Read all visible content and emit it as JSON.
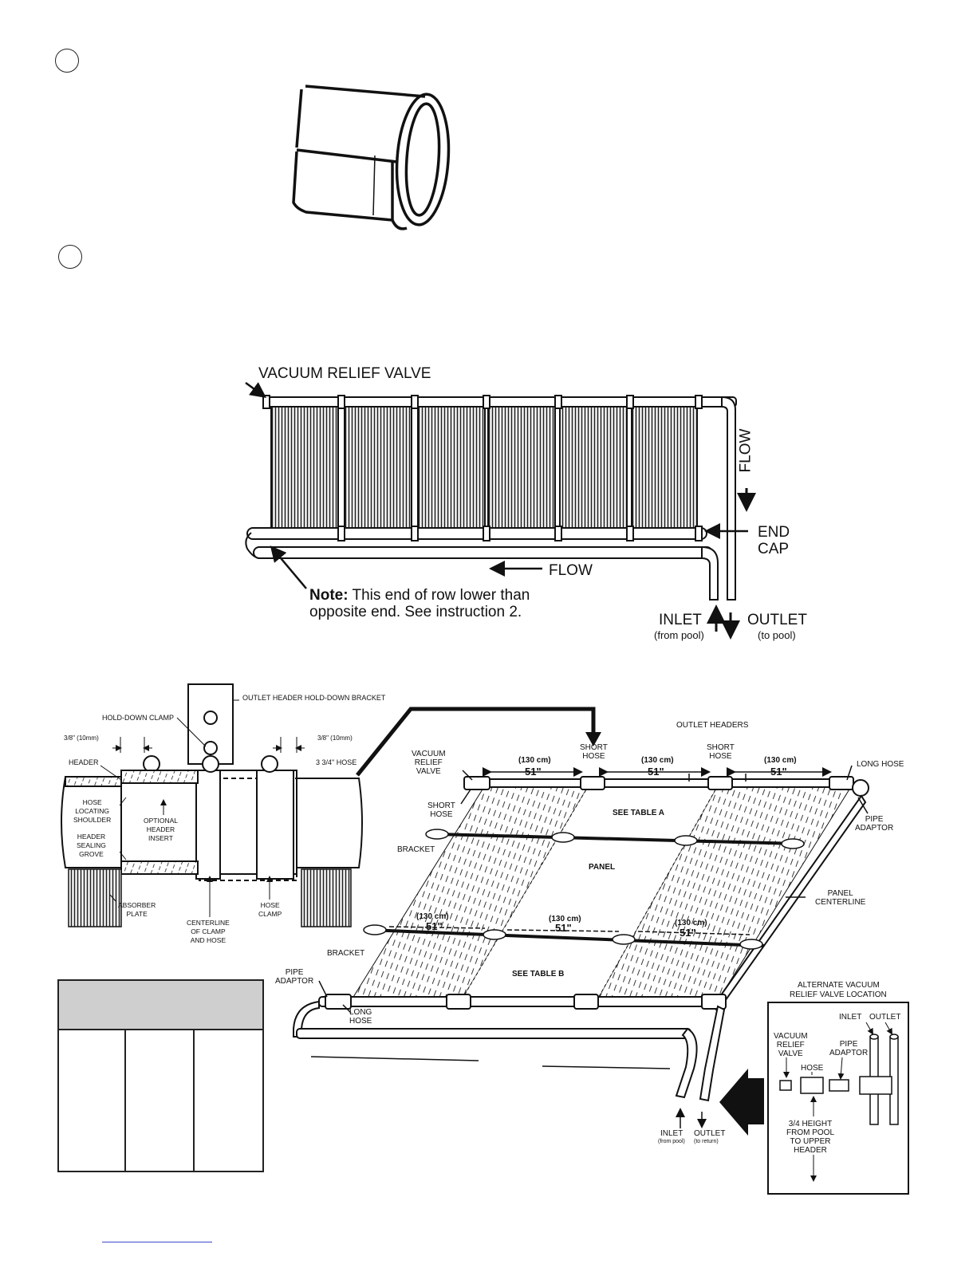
{
  "step_markers": [
    {
      "name": "step-marker-1",
      "label": ""
    },
    {
      "name": "step-marker-2",
      "label": ""
    }
  ],
  "figure_flow": {
    "vacuum_relief_valve": "VACUUM RELIEF VALVE",
    "flow_vertical": "FLOW",
    "flow_horizontal": "FLOW",
    "end_cap_line1": "END",
    "end_cap_line2": "CAP",
    "note_bold": "Note:",
    "note_line1_rest": " This end of row lower than",
    "note_line2": "opposite end. See instruction 2.",
    "inlet": "INLET",
    "inlet_sub": "(from pool)",
    "outlet": "OUTLET",
    "outlet_sub": "(to pool)"
  },
  "figure_detail": {
    "outlet_header_bracket": "OUTLET HEADER HOLD-DOWN BRACKET",
    "hold_down_clamp": "HOLD-DOWN CLAMP",
    "dim_left": "3/8\" (10mm)",
    "dim_right": "3/8\" (10mm)",
    "header": "HEADER",
    "hose_334": "3 3/4\" HOSE",
    "hose_locating_shoulder": [
      "HOSE",
      "LOCATING",
      "SHOULDER"
    ],
    "optional_header_insert": [
      "OPTIONAL",
      "HEADER",
      "INSERT"
    ],
    "header_sealing_grove": [
      "HEADER",
      "SEALING",
      "GROVE"
    ],
    "absorber_plate": [
      "ABSORBER",
      "PLATE"
    ],
    "centerline_clamp_hose": [
      "CENTERLINE",
      "OF CLAMP",
      "AND HOSE"
    ],
    "hose_clamp": [
      "HOSE",
      "CLAMP"
    ]
  },
  "figure_array": {
    "outlet_headers": "OUTLET HEADERS",
    "vacuum_relief_valve": [
      "VACUUM",
      "RELIEF",
      "VALVE"
    ],
    "short_hose_top1": [
      "SHORT",
      "HOSE"
    ],
    "short_hose_top2": [
      "SHORT",
      "HOSE"
    ],
    "short_hose_left": [
      "SHORT",
      "HOSE"
    ],
    "long_hose_top": "LONG HOSE",
    "pipe_adaptor_right": [
      "PIPE",
      "ADAPTOR"
    ],
    "pipe_adaptor_left": [
      "PIPE",
      "ADAPTOR"
    ],
    "long_hose_bottom": [
      "LONG",
      "HOSE"
    ],
    "bracket_upper": "BRACKET",
    "bracket_lower": "BRACKET",
    "panel": "PANEL",
    "panel_centerline": [
      "PANEL",
      "CENTERLINE"
    ],
    "see_table_a": "SEE TABLE A",
    "see_table_b": "SEE TABLE B",
    "spacing_cm": "(130 cm)",
    "spacing_in": "51\"",
    "inlet": "INLET",
    "inlet_sub": "(from pool)",
    "outlet": "OUTLET",
    "outlet_sub": "(to return)"
  },
  "figure_alt_valve": {
    "title_line1": "ALTERNATE VACUUM",
    "title_line2": "RELIEF VALVE LOCATION",
    "inlet": "INLET",
    "outlet": "OUTLET",
    "vacuum_relief_valve": [
      "VACUUM",
      "RELIEF",
      "VALVE"
    ],
    "hose": "HOSE",
    "pipe_adaptor": [
      "PIPE",
      "ADAPTOR"
    ],
    "height_note": [
      "3/4 HEIGHT",
      "FROM POOL",
      "TO UPPER",
      "HEADER"
    ]
  }
}
